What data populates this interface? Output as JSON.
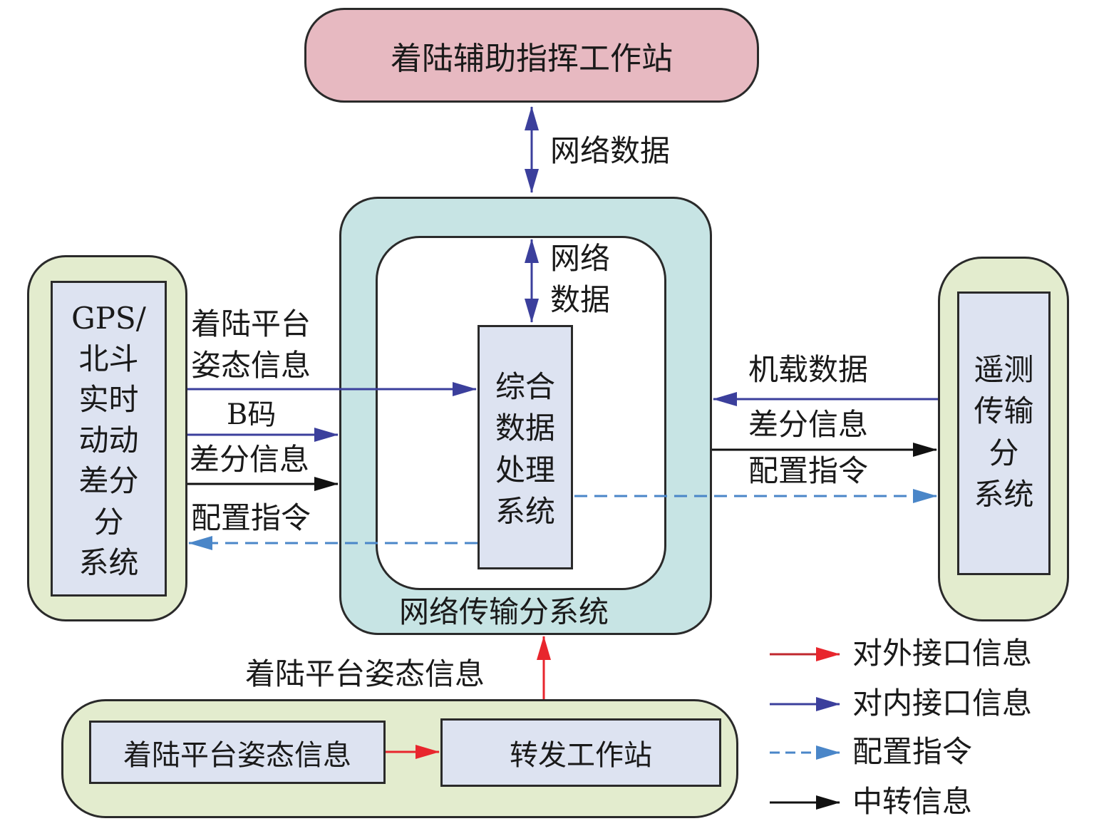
{
  "colors": {
    "external": "#c0272d",
    "internal": "#3b3f9c",
    "config": "#4a86c8",
    "relay": "#111111",
    "top_fill": "#e7b9c1",
    "network_fill": "#c7e4e4",
    "side_fill": "#e3ecce",
    "inner_fill": "#dde3f1"
  },
  "top_station": {
    "label": "着陆辅助指挥工作站"
  },
  "network_system": {
    "label": "网络传输分系统"
  },
  "processing": {
    "label_lines": [
      "综合",
      "数据",
      "处理",
      "系统"
    ]
  },
  "gps_system": {
    "label_lines": [
      "GPS/",
      "北斗",
      "实时",
      "动动",
      "差分",
      "分",
      "系统"
    ]
  },
  "telemetry_system": {
    "label_lines": [
      "遥测",
      "传输",
      "分",
      "系统"
    ]
  },
  "bottom": {
    "attitude_box": "着陆平台姿态信息",
    "relay_station": "转发工作站"
  },
  "flow_labels": {
    "network_data_top": "网络数据",
    "network_data_inner": [
      "网络",
      "数据"
    ],
    "gps_attitude": [
      "着陆平台",
      "姿态信息"
    ],
    "b_code": "B码",
    "gps_diff": "差分信息",
    "gps_config": "配置指令",
    "airborne_data": "机载数据",
    "tel_diff": "差分信息",
    "tel_config": "配置指令",
    "bottom_attitude": "着陆平台姿态信息"
  },
  "legend": [
    {
      "label": "对外接口信息",
      "color": "#c0272d",
      "dashed": false
    },
    {
      "label": "对内接口信息",
      "color": "#3b3f9c",
      "dashed": false
    },
    {
      "label": "配置指令",
      "color": "#4a86c8",
      "dashed": true
    },
    {
      "label": "中转信息",
      "color": "#111111",
      "dashed": false
    }
  ]
}
